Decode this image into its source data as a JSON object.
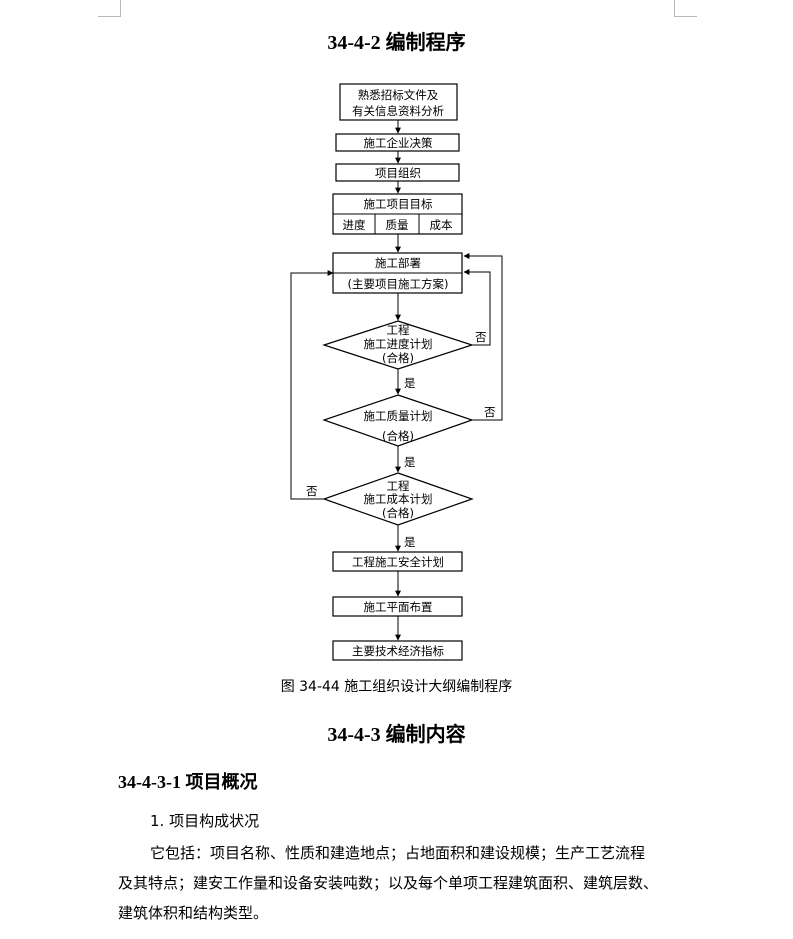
{
  "doc": {
    "section_title": "34-4-2  编制程序",
    "figure_caption": "图 34-44  施工组织设计大纲编制程序",
    "section2_title": "34-4-3  编制内容",
    "subsection_title": "34-4-3-1  项目概况",
    "item1": "1. 项目构成状况",
    "paragraph_lines": [
      "它包括：项目名称、性质和建造地点；占地面积和建设规模；生产工艺流程",
      "及其特点；建安工作量和设备安装吨数；以及每个单项工程建筑面积、建筑层数、",
      "建筑体积和结构类型。"
    ]
  },
  "flow": {
    "b1_line1": "熟悉招标文件及",
    "b1_line2": "有关信息资料分析",
    "b2": "施工企业决策",
    "b3": "项目组织",
    "b4": "施工项目目标",
    "b4a": "进度",
    "b4b": "质量",
    "b4c": "成本",
    "b5": "施工部署",
    "b5b": "(主要项目施工方案)",
    "d1_line1": "工程",
    "d1_line2": "施工进度计划",
    "d1_line3": "(合格)",
    "d2_line1": "施工质量计划",
    "d2_line2": "(合格)",
    "d3_line1": "工程",
    "d3_line2": "施工成本计划",
    "d3_line3": "(合格)",
    "b6": "工程施工安全计划",
    "b7": "施工平面布置",
    "b8": "主要技术经济指标",
    "yes": "是",
    "no": "否"
  }
}
